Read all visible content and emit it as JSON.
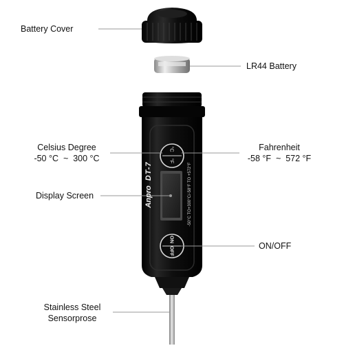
{
  "diagram": {
    "labels": {
      "battery_cover": "Battery Cover",
      "battery": "LR44 Battery",
      "celsius_title": "Celsius Degree",
      "celsius_range": "-50 °C  ~  300 °C",
      "fahrenheit_title": "Fahrenheit",
      "fahrenheit_range": "-58 °F  ~  572 °F",
      "display_screen": "Display Screen",
      "on_off": "ON/OFF",
      "probe_line1": "Stainless Steel",
      "probe_line2": "Sensorprose"
    },
    "device": {
      "brand": "Anpro",
      "model": "DT-7",
      "range_print": "-50°C TO+300°C/-58°F TO +572°F",
      "button_top_upper": "°C",
      "button_top_lower": "°F",
      "button_bottom_upper": "ON",
      "button_bottom_lower": "OFF"
    },
    "colors": {
      "body": "#0d0d0d",
      "leader": "#9a9a9a",
      "battery": "#c8c8c8",
      "probe": "#b8b8b8"
    }
  }
}
